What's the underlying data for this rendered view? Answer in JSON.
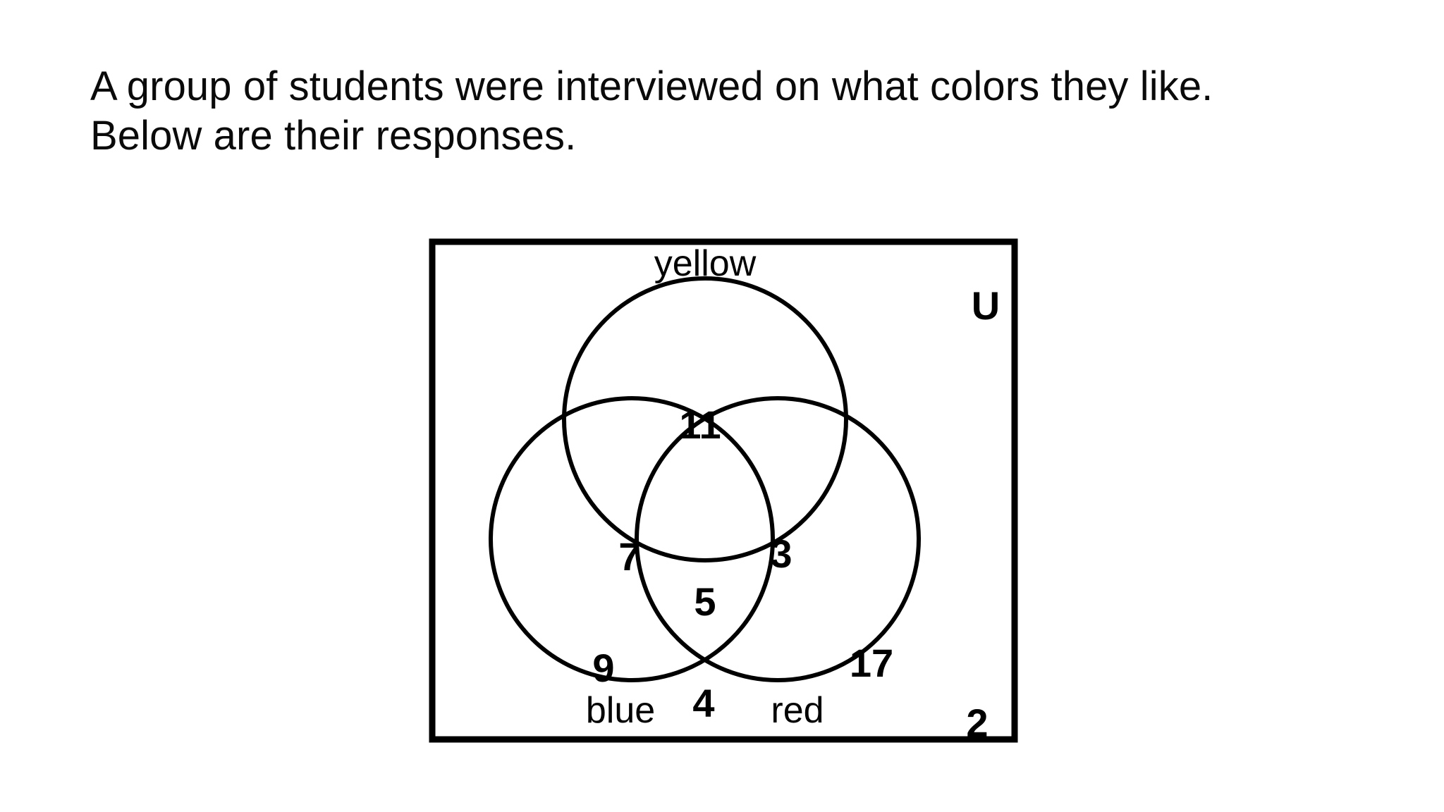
{
  "prompt": {
    "text": "A group of students were interviewed on what colors they like. Below are their responses."
  },
  "diagram": {
    "universe_label": "U",
    "set_labels": {
      "yellow": "yellow",
      "blue": "blue",
      "red": "red"
    }
  },
  "chart_data": {
    "type": "venn",
    "title": "",
    "subtitle": "",
    "xlabel": "",
    "ylabel": "",
    "sets": [
      "yellow",
      "blue",
      "red"
    ],
    "universe_label": "U",
    "regions": [
      {
        "id": "yellow-only",
        "sets": [
          "yellow"
        ],
        "label": "11"
      },
      {
        "id": "yellow-blue",
        "sets": [
          "yellow",
          "blue"
        ],
        "label": "7"
      },
      {
        "id": "yellow-red",
        "sets": [
          "yellow",
          "red"
        ],
        "label": "3"
      },
      {
        "id": "all-three",
        "sets": [
          "yellow",
          "blue",
          "red"
        ],
        "label": "5"
      },
      {
        "id": "blue-only",
        "sets": [
          "blue"
        ],
        "label": "9"
      },
      {
        "id": "blue-red",
        "sets": [
          "blue",
          "red"
        ],
        "label": "4"
      },
      {
        "id": "red-only",
        "sets": [
          "red"
        ],
        "label": "17"
      },
      {
        "id": "outside",
        "sets": [],
        "label": "2"
      }
    ],
    "values": {
      "yellow_only": "11",
      "yellow_blue": "7",
      "yellow_red": "3",
      "all_three": "5",
      "blue_only": "9",
      "blue_red": "4",
      "red_only": "17",
      "outside": "2"
    },
    "colors": {
      "stroke": "#000000",
      "fill": "none",
      "background": "#ffffff",
      "text": "#000000"
    },
    "grid": false,
    "legend": "none"
  }
}
